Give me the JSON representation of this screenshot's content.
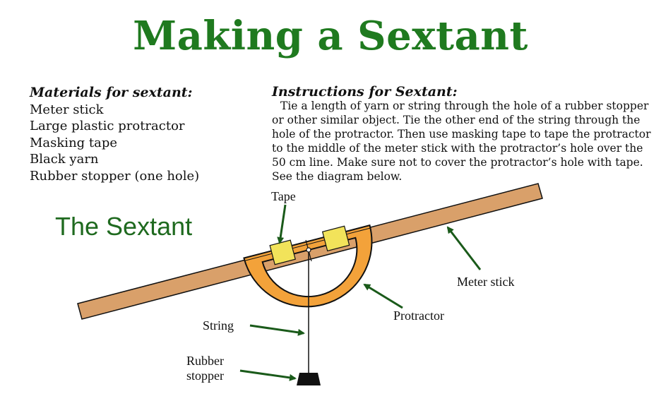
{
  "title": "Making a Sextant",
  "materials": {
    "heading": "Materials for sextant:",
    "items": [
      "Meter stick",
      "Large plastic protractor",
      "Masking tape",
      "Black yarn",
      "Rubber stopper (one hole)"
    ]
  },
  "instructions": {
    "heading": "Instructions for Sextant:",
    "text": "Tie a length of yarn or string through the hole of a rubber stopper or other similar object. Tie the other end of the string through the hole of the protractor. Then use masking tape to tape the protractor to the middle of the meter stick with the protractor’s hole over the 50 cm line. Make sure not to cover the protractor’s hole with tape. See the diagram below."
  },
  "diagram": {
    "heading": "The Sextant",
    "labels": {
      "tape": "Tape",
      "meter_stick": "Meter stick",
      "protractor": "Protractor",
      "string": "String",
      "stopper_line1": "Rubber",
      "stopper_line2": "stopper"
    },
    "colors": {
      "title": "#1f7a1f",
      "stick": "#d9a06a",
      "protractor": "#f3a23a",
      "tape": "#f2e35a",
      "arrow": "#1a5a1a"
    }
  }
}
